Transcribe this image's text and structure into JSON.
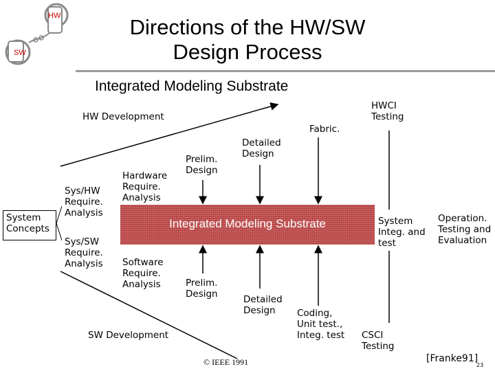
{
  "logo": {
    "hw": "HW",
    "sw": "SW"
  },
  "title": "Directions of the HW/SW\nDesign Process",
  "subtitle": "Integrated Modeling Substrate",
  "labels": {
    "hw_development": "HW Development",
    "sw_development": "SW Development",
    "system_concepts": "System\nConcepts",
    "sys_hw": "Sys/HW\nRequire.\nAnalysis",
    "sys_sw": "Sys/SW\nRequire.\nAnalysis",
    "hw_require": "Hardware\nRequire.\nAnalysis",
    "sw_require": "Software\nRequire.\nAnalysis",
    "prelim_hw": "Prelim.\nDesign",
    "prelim_sw": "Prelim.\nDesign",
    "detailed_hw": "Detailed\nDesign",
    "detailed_sw": "Detailed\nDesign",
    "fabric": "Fabric.",
    "hwci": "HWCI\nTesting",
    "coding": "Coding,\nUnit test.,\nInteg. test",
    "csci": "CSCI\nTesting",
    "system_integ": "System\nInteg. and\ntest",
    "operation": "Operation.\nTesting and\nEvaluation",
    "substrate": "Integrated Modeling Substrate"
  },
  "footer": {
    "copyright": "© IEEE 1991",
    "citation": "[Franke91]",
    "page": "23"
  }
}
